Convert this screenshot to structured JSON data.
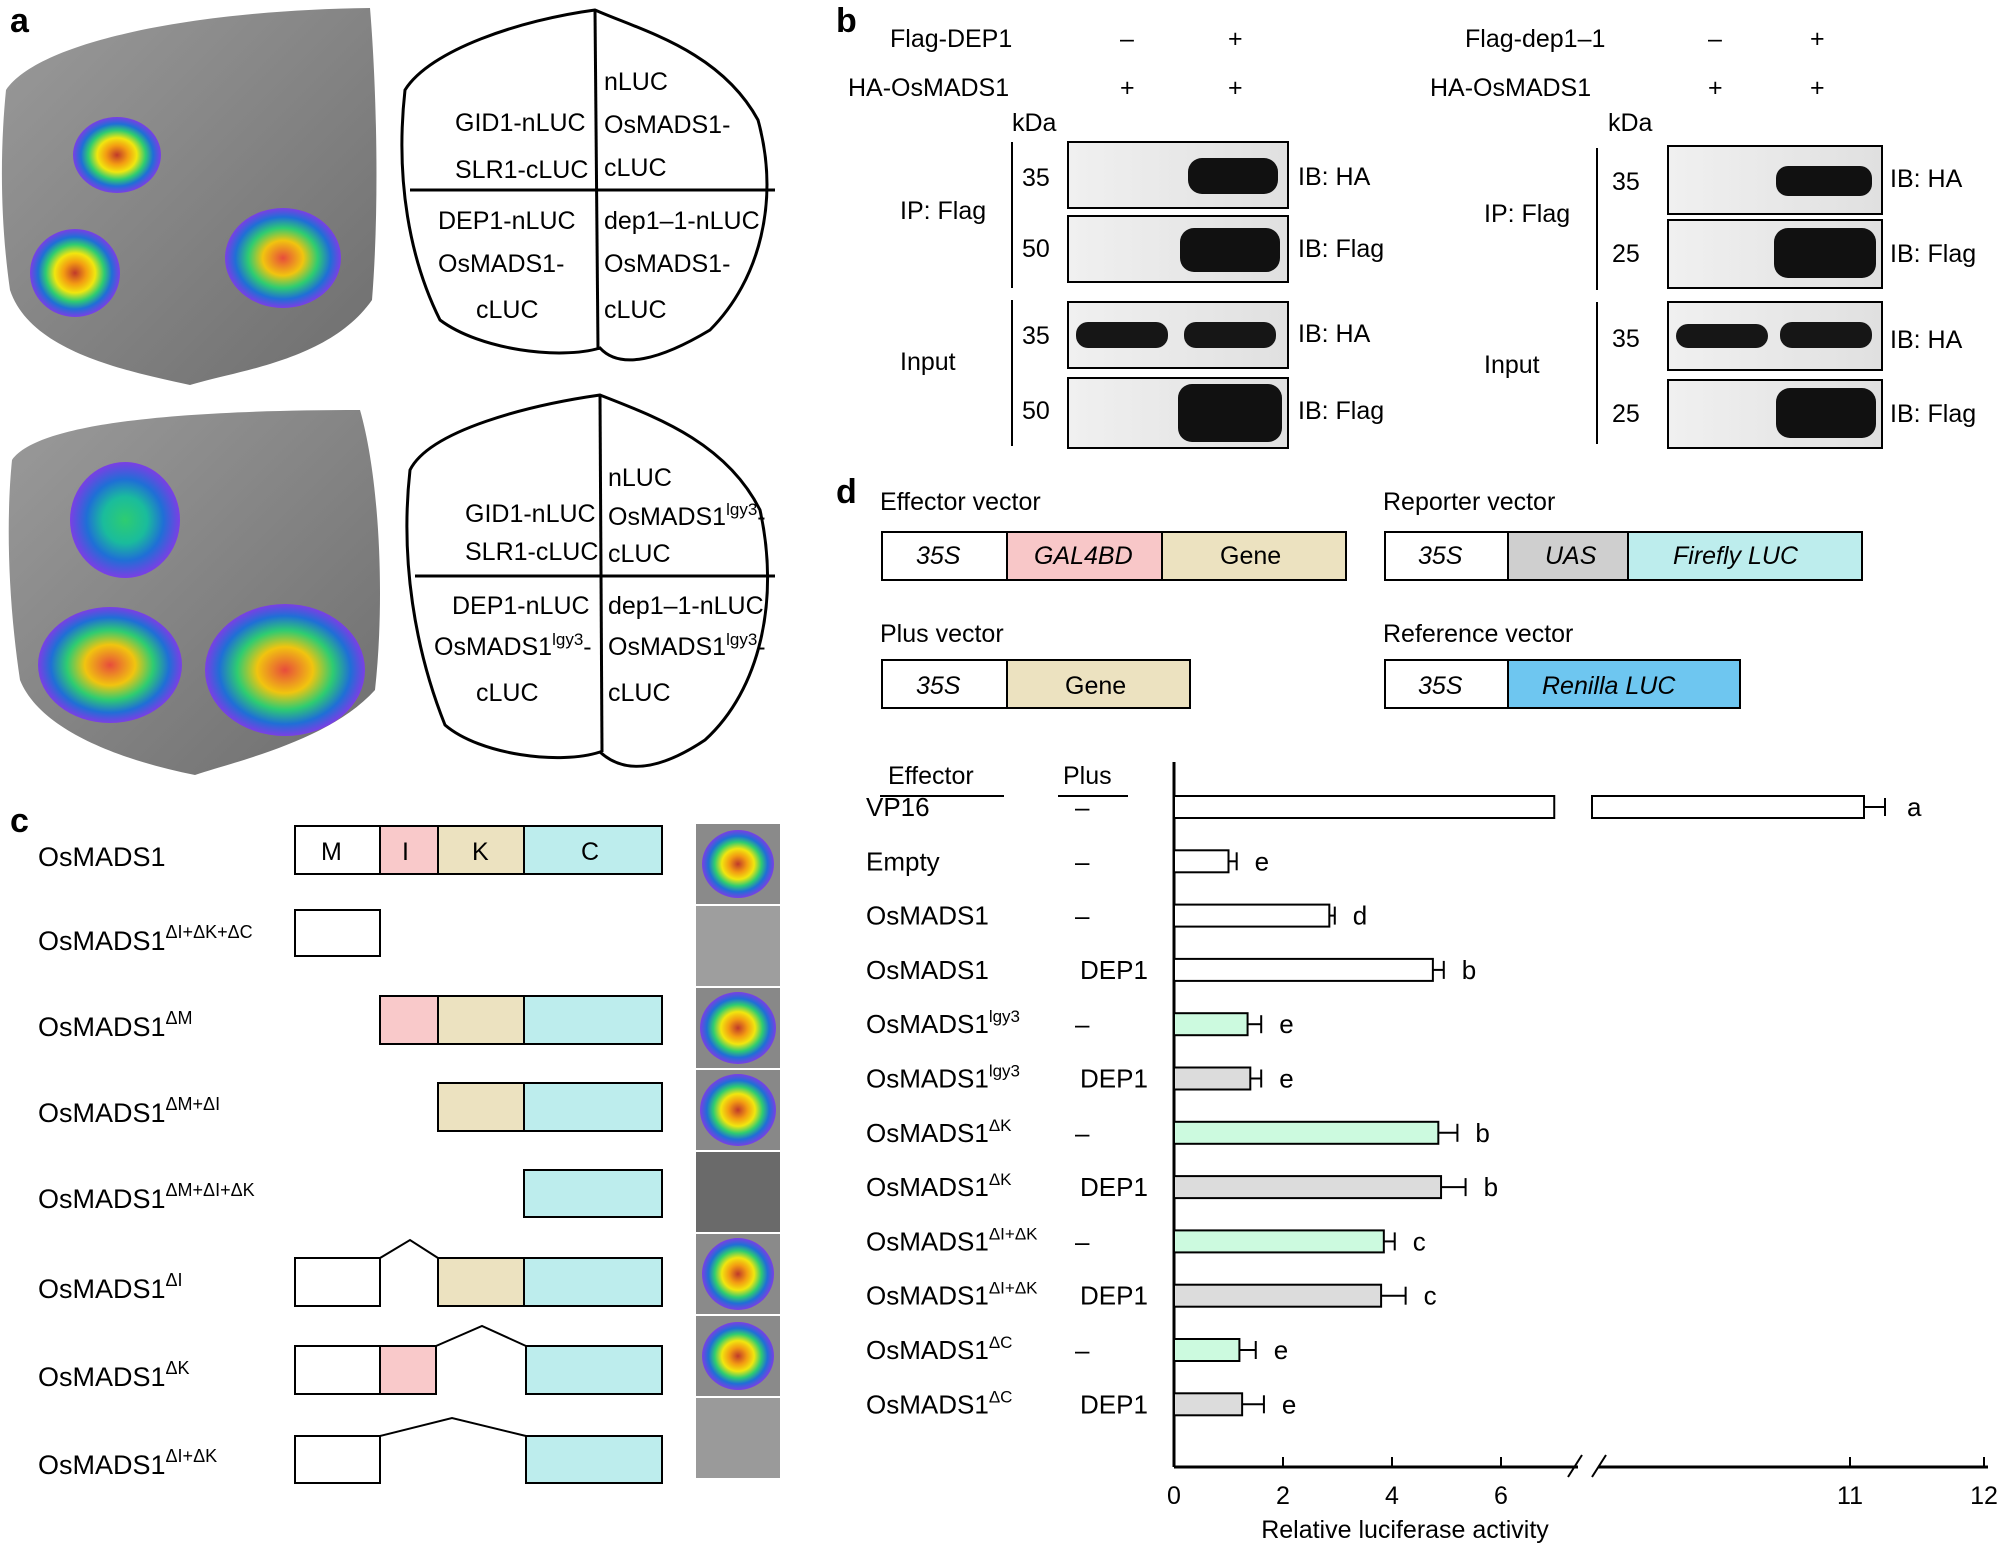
{
  "panels": {
    "a": "a",
    "b": "b",
    "c": "c",
    "d": "d"
  },
  "panel_a": {
    "diagram1": [
      "GID1-nLUC",
      "SLR1-cLUC",
      "nLUC",
      "OsMADS1-",
      "cLUC",
      "DEP1-nLUC",
      "OsMADS1-",
      "cLUC",
      "dep1–1-nLUC",
      "OsMADS1-",
      "cLUC"
    ],
    "diagram2": {
      "q1": [
        "GID1-nLUC",
        "SLR1-cLUC"
      ],
      "q2_line1": "nLUC",
      "q2_base": "OsMADS1",
      "q2_sup": "lgy3",
      "q2_dash": "-",
      "q2_line3": "cLUC",
      "q3_line1": "DEP1-nLUC",
      "q3_base": "OsMADS1",
      "q3_sup": "lgy3",
      "q3_dash": "-",
      "q3_line3": "cLUC",
      "q4_line1": "dep1–1-nLUC",
      "q4_base": "OsMADS1",
      "q4_sup": "lgy3",
      "q4_dash": "-",
      "q4_line3": "cLUC"
    }
  },
  "panel_b": {
    "left": {
      "row1_label": "Flag-DEP1",
      "row1_vals": [
        "–",
        "+"
      ],
      "row2_label": "HA-OsMADS1",
      "row2_vals": [
        "+",
        "+"
      ],
      "kda": "kDa",
      "ip": "IP: Flag",
      "input": "Input",
      "mw": [
        "35",
        "50",
        "35",
        "50"
      ],
      "ib": [
        "IB: HA",
        "IB: Flag",
        "IB: HA",
        "IB: Flag"
      ]
    },
    "right": {
      "row1_label": "Flag-dep1–1",
      "row1_vals": [
        "–",
        "+"
      ],
      "row2_label": "HA-OsMADS1",
      "row2_vals": [
        "+",
        "+"
      ],
      "kda": "kDa",
      "ip": "IP: Flag",
      "input": "Input",
      "mw": [
        "35",
        "25",
        "35",
        "25"
      ],
      "ib": [
        "IB: HA",
        "IB: Flag",
        "IB: HA",
        "IB: Flag"
      ]
    }
  },
  "panel_c": {
    "constructs": [
      {
        "base": "OsMADS1",
        "sup": ""
      },
      {
        "base": "OsMADS1",
        "sup": "ΔI+ΔK+ΔC"
      },
      {
        "base": "OsMADS1",
        "sup": "ΔM"
      },
      {
        "base": "OsMADS1",
        "sup": "ΔM+ΔI"
      },
      {
        "base": "OsMADS1",
        "sup": "ΔM+ΔI+ΔK"
      },
      {
        "base": "OsMADS1",
        "sup": "ΔI"
      },
      {
        "base": "OsMADS1",
        "sup": "ΔK"
      },
      {
        "base": "OsMADS1",
        "sup": "ΔI+ΔK"
      }
    ],
    "domains": [
      "M",
      "I",
      "K",
      "C"
    ],
    "colors": {
      "I": "#f9c9ca",
      "K": "#ece2c0",
      "C": "#bdeded"
    }
  },
  "panel_d_vectors": {
    "effector": {
      "title": "Effector vector",
      "parts": [
        "35S",
        "GAL4BD",
        "Gene"
      ]
    },
    "reporter": {
      "title": "Reporter vector",
      "parts": [
        "35S",
        "UAS",
        "Firefly LUC"
      ]
    },
    "plus": {
      "title": "Plus vector",
      "parts": [
        "35S",
        "Gene"
      ]
    },
    "reference": {
      "title": "Reference vector",
      "parts": [
        "35S",
        "Renilla LUC"
      ]
    },
    "colors": {
      "GAL4BD": "#f8c7c8",
      "Gene": "#ece2c0",
      "UAS": "#cfcfcf",
      "Firefly LUC": "#bdeded",
      "Renilla LUC": "#6ec6f0"
    }
  },
  "chart_data": {
    "type": "bar",
    "orientation": "horizontal",
    "xlabel": "Relative luciferase activity",
    "ylabel": "",
    "column_headers": [
      "Effector",
      "Plus"
    ],
    "x_ticks": [
      "0",
      "2",
      "4",
      "6",
      "11",
      "12"
    ],
    "axis_break": [
      6.5,
      10.5
    ],
    "xlim": [
      0,
      12
    ],
    "categories": [
      {
        "effector": "VP16",
        "effector_sup": "",
        "plus": "–"
      },
      {
        "effector": "Empty",
        "effector_sup": "",
        "plus": "–"
      },
      {
        "effector": "OsMADS1",
        "effector_sup": "",
        "plus": "–"
      },
      {
        "effector": "OsMADS1",
        "effector_sup": "",
        "plus": "DEP1"
      },
      {
        "effector": "OsMADS1",
        "effector_sup": "lgy3",
        "plus": "–"
      },
      {
        "effector": "OsMADS1",
        "effector_sup": "lgy3",
        "plus": "DEP1"
      },
      {
        "effector": "OsMADS1",
        "effector_sup": "ΔK",
        "plus": "–"
      },
      {
        "effector": "OsMADS1",
        "effector_sup": "ΔK",
        "plus": "DEP1"
      },
      {
        "effector": "OsMADS1",
        "effector_sup": "ΔI+ΔK",
        "plus": "–"
      },
      {
        "effector": "OsMADS1",
        "effector_sup": "ΔI+ΔK",
        "plus": "DEP1"
      },
      {
        "effector": "OsMADS1",
        "effector_sup": "ΔC",
        "plus": "–"
      },
      {
        "effector": "OsMADS1",
        "effector_sup": "ΔC",
        "plus": "DEP1"
      }
    ],
    "values": [
      11.2,
      1.0,
      2.85,
      4.75,
      1.35,
      1.4,
      4.85,
      4.9,
      3.85,
      3.8,
      1.2,
      1.25
    ],
    "errors": [
      0.3,
      0.15,
      0.1,
      0.2,
      0.25,
      0.2,
      0.35,
      0.45,
      0.2,
      0.45,
      0.3,
      0.4
    ],
    "letters": [
      "a",
      "e",
      "d",
      "b",
      "e",
      "e",
      "b",
      "b",
      "c",
      "c",
      "e",
      "e"
    ],
    "bar_colors": [
      "#ffffff",
      "#ffffff",
      "#ffffff",
      "#ffffff",
      "#ccfadf",
      "#dcdcdc",
      "#ccfadf",
      "#dcdcdc",
      "#ccfadf",
      "#dcdcdc",
      "#ccfadf",
      "#dcdcdc"
    ]
  }
}
